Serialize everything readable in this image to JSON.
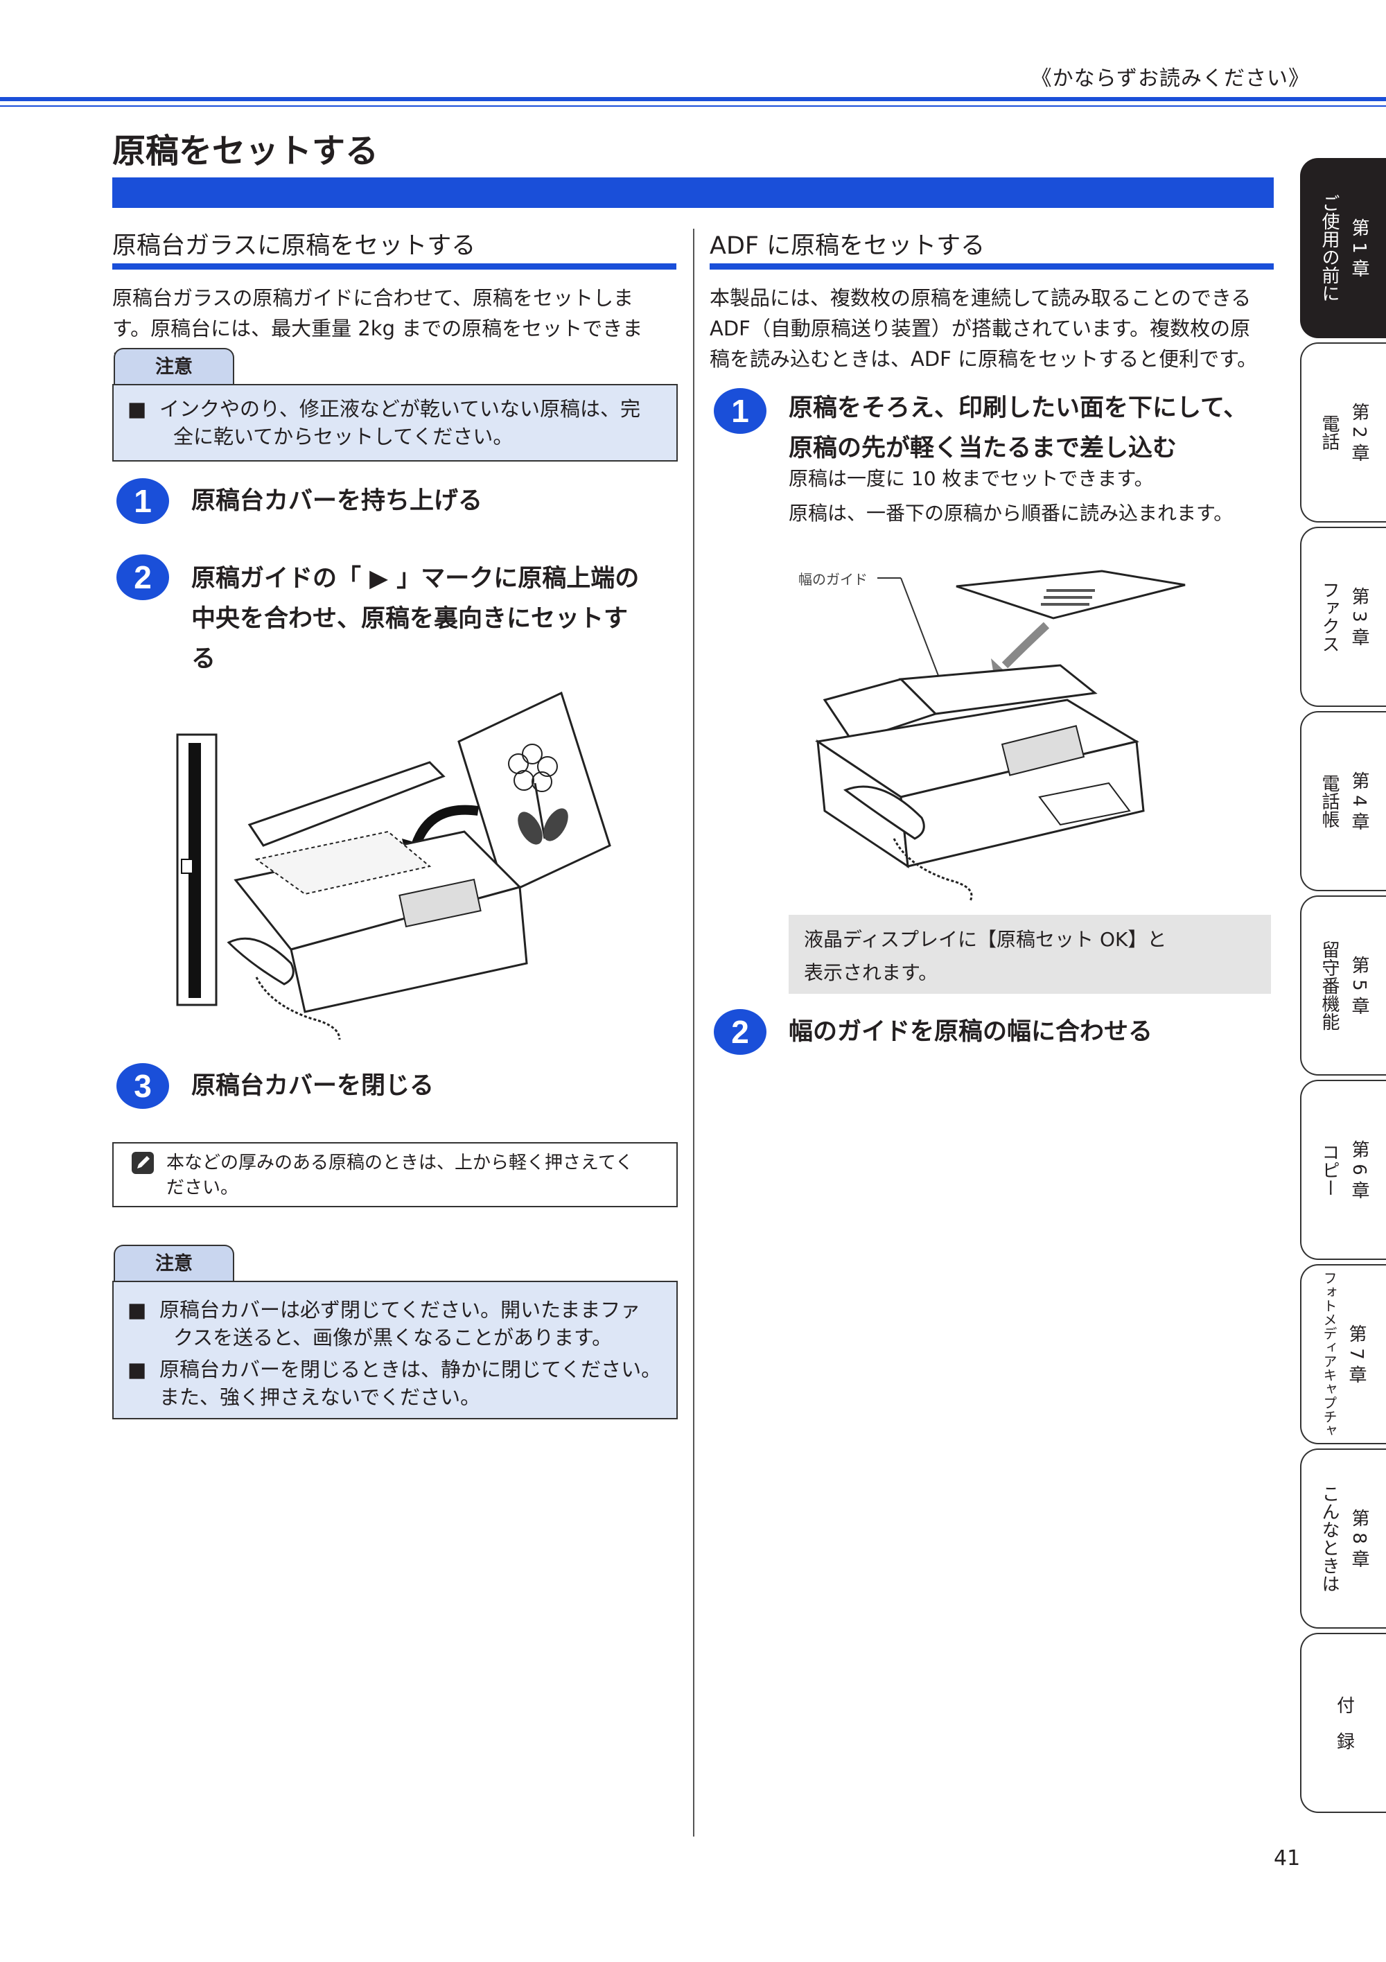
{
  "header": {
    "note": "《かならずお読みください》"
  },
  "page_title": "原稿をセットする",
  "left": {
    "section_title": "原稿台ガラスに原稿をセットする",
    "intro_line1": "原稿台ガラスの原稿ガイドに合わせて、原稿をセットしま",
    "intro_line2": "す。原稿台には、最大重量 2kg までの原稿をセットできます。",
    "caution1": {
      "tab": "注意",
      "bullet": "■",
      "line1": "インクやのり、修正液などが乾いていない原稿は、完",
      "line2": "全に乾いてからセットしてください。"
    },
    "steps": [
      {
        "num": "1",
        "line1": "原稿台カバーを持ち上げる"
      },
      {
        "num": "2",
        "line1": "原稿ガイドの「 ▶ 」マークに原稿上端の",
        "line2": "中央を合わせ、原稿を裏向きにセットす",
        "line3": "る"
      },
      {
        "num": "3",
        "line1": "原稿台カバーを閉じる"
      }
    ],
    "note": {
      "line1": "本などの厚みのある原稿のときは、上から軽く押さえてく",
      "line2": "ださい。"
    },
    "caution2": {
      "tab": "注意",
      "bullet": "■",
      "item1_line1": "原稿台カバーは必ず閉じてください。開いたままファ",
      "item1_line2": "クスを送ると、画像が黒くなることがあります。",
      "item2_line1": "原稿台カバーを閉じるときは、静かに閉じてください。",
      "item2_line2": "また、強く押さえないでください。"
    }
  },
  "right": {
    "section_title": "ADF に原稿をセットする",
    "intro_line1": "本製品には、複数枚の原稿を連続して読み取ることのできる",
    "intro_line2": "ADF（自動原稿送り装置）が搭載されています。複数枚の原",
    "intro_line3": "稿を読み込むときは、ADF に原稿をセットすると便利です。",
    "step1": {
      "num": "1",
      "line1": "原稿をそろえ、印刷したい面を下にして、",
      "line2": "原稿の先が軽く当たるまで差し込む",
      "sub1": "原稿は一度に 10 枚までセットできます。",
      "sub2": "原稿は、一番下の原稿から順番に読み込まれます。"
    },
    "figure_label": "幅のガイド",
    "display_msg": {
      "line1": "液晶ディスプレイに【原稿セット OK】と",
      "line2": "表示されます。"
    },
    "step2": {
      "num": "2",
      "line1": "幅のガイドを原稿の幅に合わせる"
    }
  },
  "chapter_tabs": [
    {
      "num": "第 1 章",
      "name": "ご使用の前に",
      "active": true
    },
    {
      "num": "第 2 章",
      "name": "電話"
    },
    {
      "num": "第 3 章",
      "name": "ファクス"
    },
    {
      "num": "第 4 章",
      "name": "電話帳"
    },
    {
      "num": "第 5 章",
      "name": "留守番機能"
    },
    {
      "num": "第 6 章",
      "name": "コピー"
    },
    {
      "num": "第 7 章",
      "name": "フォトメディアキャプチャ"
    },
    {
      "num": "第 8 章",
      "name": "こんなときは"
    },
    {
      "num": "付　録",
      "name": ""
    }
  ],
  "page_number": "41",
  "colors": {
    "accent": "#1a4fd9",
    "caution_bg": "#dde6f6",
    "display_bg": "#e4e4e4"
  }
}
